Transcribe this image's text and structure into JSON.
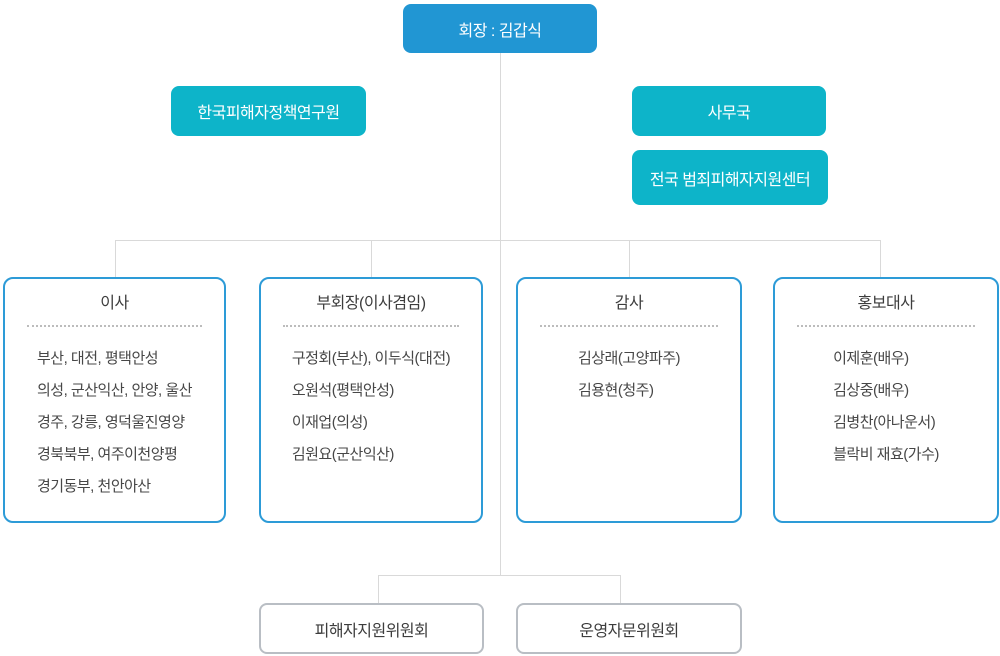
{
  "org_chart": {
    "chairman": {
      "label": "회장 : 김갑식"
    },
    "research_institute": {
      "label": "한국피해자정책연구원"
    },
    "secretariat": {
      "label": "사무국"
    },
    "support_center": {
      "label": "전국 범죄피해자지원센터"
    },
    "departments": [
      {
        "title": "이사",
        "members": [
          "부산, 대전, 평택안성",
          "의성, 군산익산, 안양, 울산",
          "경주, 강릉, 영덕울진영양",
          "경북북부, 여주이천양평",
          "경기동부, 천안아산"
        ]
      },
      {
        "title": "부회장(이사겸임)",
        "members": [
          "구정회(부산), 이두식(대전)",
          "오원석(평택안성)",
          "이재업(의성)",
          "김원요(군산익산)"
        ]
      },
      {
        "title": "감사",
        "members": [
          "김상래(고양파주)",
          "김용현(청주)"
        ]
      },
      {
        "title": "홍보대사",
        "members": [
          "이제훈(배우)",
          "김상중(배우)",
          "김병찬(아나운서)",
          "블락비 재효(가수)"
        ]
      }
    ],
    "committees": [
      {
        "label": "피해자지원위원회"
      },
      {
        "label": "운영자문위원회"
      }
    ],
    "colors": {
      "chairman_bg": "#2196d3",
      "branch_bg": "#0db4c9",
      "department_border": "#2d9bd7",
      "committee_border": "#b9bec4",
      "connector": "#d9d9d9",
      "text_dark": "#3d3d3d",
      "text_on_color": "#ffffff"
    }
  }
}
